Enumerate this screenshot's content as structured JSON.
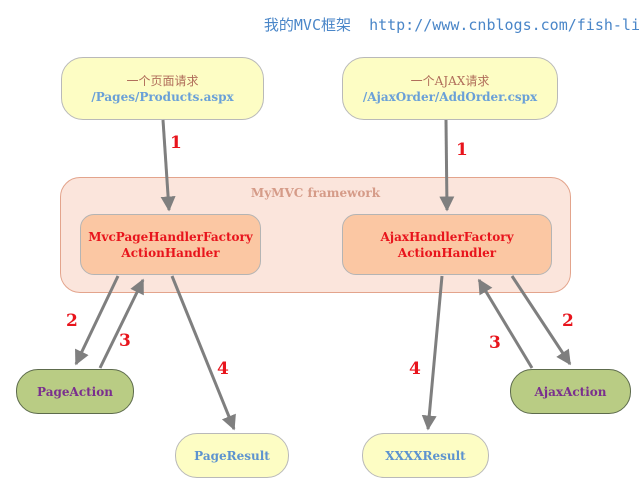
{
  "header": {
    "title": "我的MVC框架",
    "url": "http://www.cnblogs.com/fish-li"
  },
  "requests": {
    "page": {
      "title": "一个页面请求",
      "path": "/Pages/Products.aspx"
    },
    "ajax": {
      "title": "一个AJAX请求",
      "path": "/AjaxOrder/AddOrder.cspx"
    }
  },
  "framework": {
    "title": "MyMVC framework"
  },
  "handlers": {
    "page": {
      "line1": "MvcPageHandlerFactory",
      "line2": "ActionHandler"
    },
    "ajax": {
      "line1": "AjaxHandlerFactory",
      "line2": "ActionHandler"
    }
  },
  "actions": {
    "page": "PageAction",
    "ajax": "AjaxAction"
  },
  "results": {
    "page": "PageResult",
    "ajax": "XXXXResult"
  },
  "step_labels": {
    "left_1": "1",
    "right_1": "1",
    "left_2": "2",
    "left_3": "3",
    "left_4": "4",
    "right_2": "2",
    "right_3": "3",
    "right_4": "4"
  }
}
